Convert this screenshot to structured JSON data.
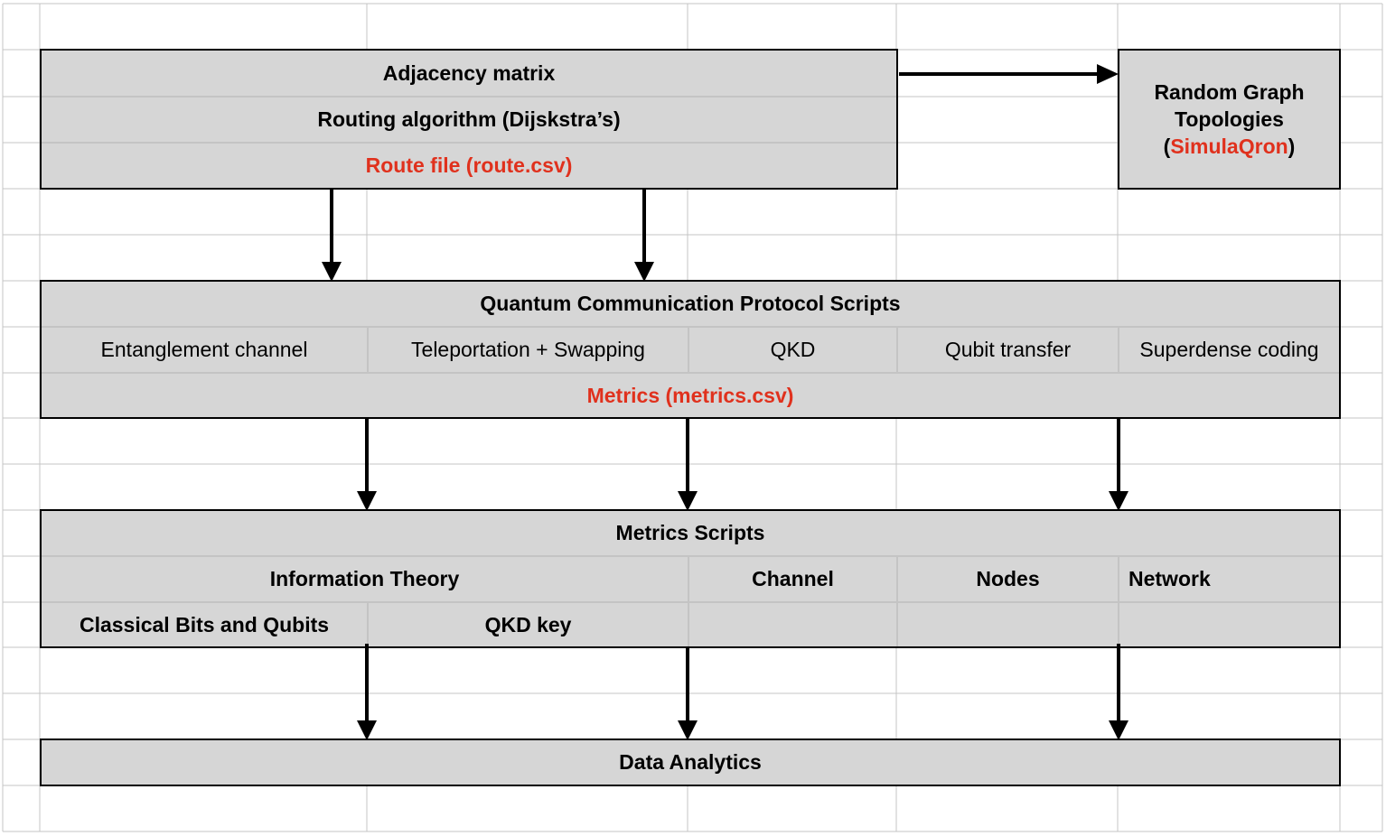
{
  "top_block": {
    "adjacency": "Adjacency matrix",
    "routing": "Routing algorithm (Dijskstra’s)",
    "route_file": "Route file (route.csv)"
  },
  "random_graph": {
    "line1": "Random Graph",
    "line2": "Topologies",
    "open_paren": "(",
    "simulaqron": "SimulaQron",
    "close_paren": ")"
  },
  "protocol_block": {
    "title": "Quantum Communication Protocol Scripts",
    "items": [
      "Entanglement channel",
      "Teleportation + Swapping",
      "QKD",
      "Qubit transfer",
      "Superdense coding"
    ],
    "metrics_file": "Metrics (metrics.csv)"
  },
  "metrics_block": {
    "title": "Metrics Scripts",
    "info_theory": "Information Theory",
    "channel": "Channel",
    "nodes": "Nodes",
    "network": "Network",
    "classical": "Classical Bits and Qubits",
    "qkd_key": "QKD key"
  },
  "analytics_block": {
    "title": "Data Analytics"
  },
  "colors": {
    "fill": "#d6d6d6",
    "highlight": "#e0311d",
    "gridline": "#c4c4c4"
  }
}
